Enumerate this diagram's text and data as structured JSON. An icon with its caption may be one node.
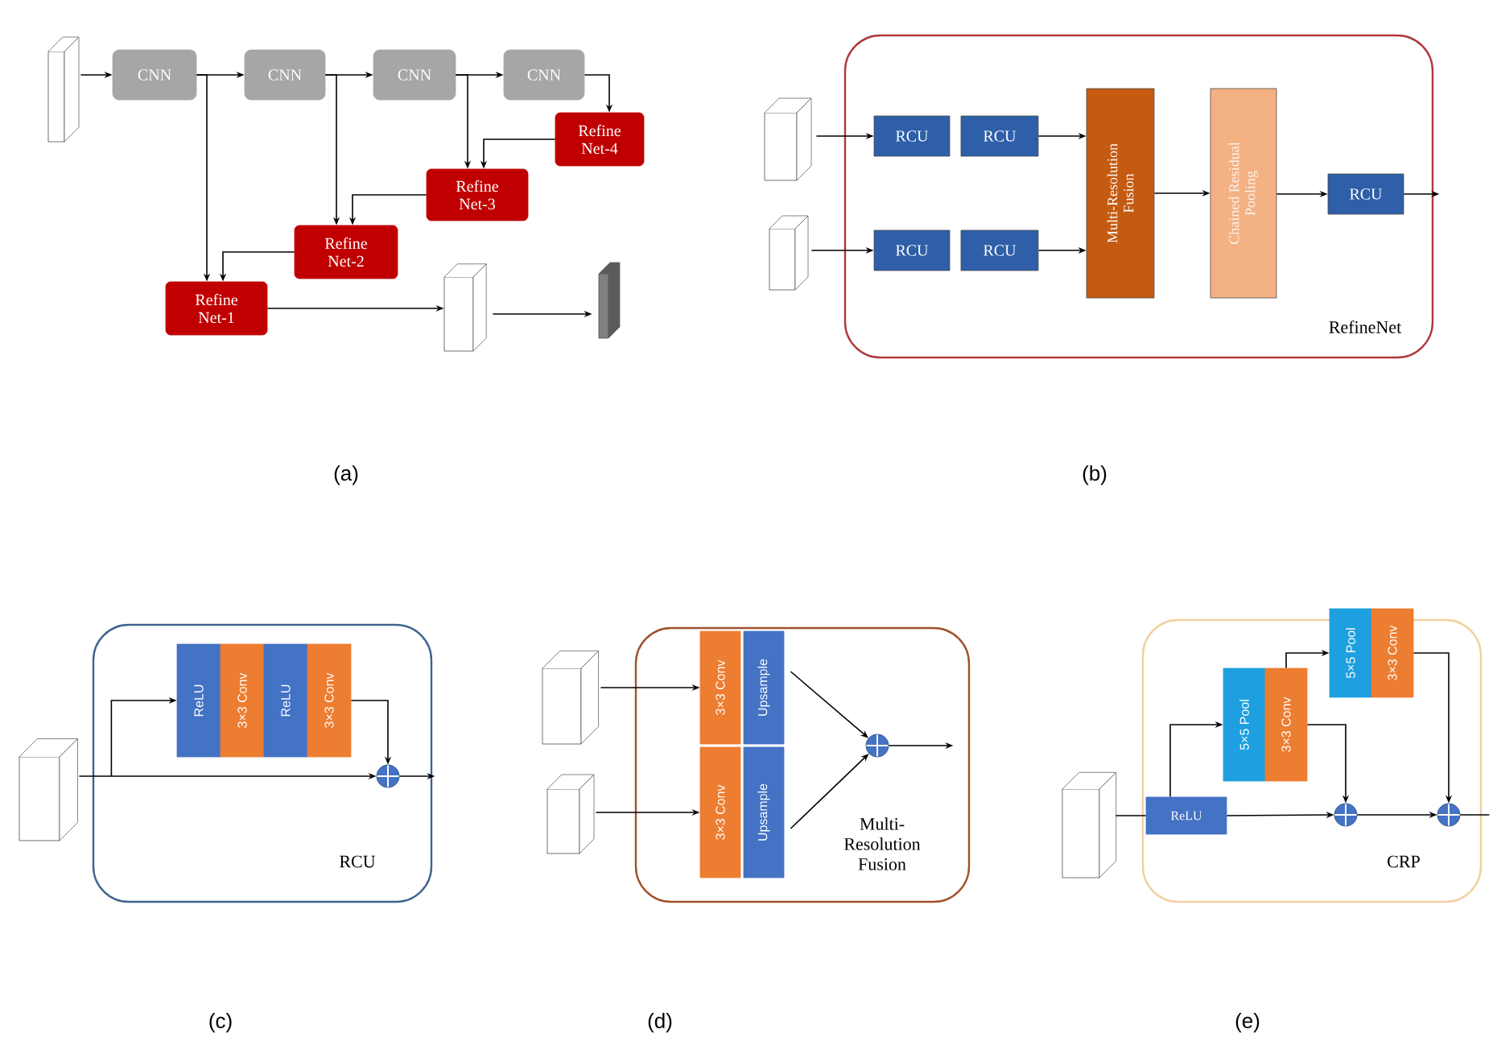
{
  "diagram": {
    "nodes": [
      {
        "text": [],
        "shape": "box"
      },
      {
        "text": [
          "CNN"
        ]
      },
      {
        "text": [
          "CNN"
        ]
      },
      {
        "text": [
          "CNN"
        ]
      },
      {
        "text": [
          "CNN"
        ]
      },
      {
        "text": [
          "Refine Net-4"
        ]
      },
      {
        "text": [
          "Refine Net-3"
        ]
      },
      {
        "text": [
          "Refine Net-2"
        ]
      },
      {
        "text": [
          "Refine Net-1"
        ]
      },
      {
        "text": [],
        "shape": "box"
      },
      {
        "text": [],
        "shape": "box"
      },
      {
        "text": [
          "RefineNet"
        ]
      },
      {
        "text": [],
        "shape": "box"
      },
      {
        "text": [],
        "shape": "box"
      },
      {
        "text": [
          "RCU"
        ],
        "in": 11
      },
      {
        "text": [
          "RCU"
        ],
        "in": 11
      },
      {
        "text": [
          "RCU"
        ],
        "in": 11
      },
      {
        "text": [
          "RCU"
        ],
        "in": 11
      },
      {
        "text": [
          "Multi-Resolution Fusion"
        ],
        "in": 11
      },
      {
        "text": [
          "Chained Residual Pooling"
        ],
        "in": 11
      },
      {
        "text": [
          "RCU"
        ],
        "in": 11
      },
      {
        "text": [
          "RCU"
        ]
      },
      {
        "text": [],
        "shape": "box"
      },
      {
        "text": [
          "ReLU"
        ],
        "in": 21
      },
      {
        "text": [
          "3×3 Conv"
        ],
        "in": 21
      },
      {
        "text": [
          "ReLU"
        ],
        "in": 21
      },
      {
        "text": [
          "3×3 Conv"
        ],
        "in": 21
      },
      {
        "text": [],
        "shape": "circle",
        "in": 21
      },
      {
        "text": [
          "Multi-Resolution Fusion"
        ]
      },
      {
        "text": [],
        "shape": "box"
      },
      {
        "text": [],
        "shape": "box"
      },
      {
        "text": [
          "3×3 Conv"
        ],
        "in": 28
      },
      {
        "text": [
          "Upsample"
        ],
        "in": 28
      },
      {
        "text": [
          "3×3 Conv"
        ],
        "in": 28
      },
      {
        "text": [
          "Upsample"
        ],
        "in": 28
      },
      {
        "text": [],
        "shape": "circle",
        "in": 28
      },
      {
        "text": [
          "CRP"
        ]
      },
      {
        "text": [],
        "shape": "box"
      },
      {
        "text": [
          "ReLU"
        ],
        "in": 36
      },
      {
        "text": [
          "5×5 Pool"
        ],
        "in": 36
      },
      {
        "text": [
          "3×3 Conv"
        ],
        "in": 36
      },
      {
        "text": [
          "5×5 Pool"
        ],
        "in": 36
      },
      {
        "text": [
          "3×3 Conv"
        ],
        "in": 36
      },
      {
        "text": [],
        "shape": "circle",
        "in": 36
      },
      {
        "text": [],
        "shape": "circle",
        "in": 36
      }
    ],
    "edges": [
      {
        "from": 0,
        "to": 1,
        "arrow": "to"
      },
      {
        "from": 1,
        "to": 2,
        "arrow": "to"
      },
      {
        "from": 2,
        "to": 3,
        "arrow": "to"
      },
      {
        "from": 3,
        "to": 4,
        "arrow": "to"
      },
      {
        "from": 4,
        "to": 5,
        "arrow": "to"
      },
      {
        "from": 3,
        "to": 6,
        "arrow": "to"
      },
      {
        "from": 5,
        "to": 6,
        "arrow": "to"
      },
      {
        "from": 2,
        "to": 7,
        "arrow": "to"
      },
      {
        "from": 6,
        "to": 7,
        "arrow": "to"
      },
      {
        "from": 1,
        "to": 8,
        "arrow": "to"
      },
      {
        "from": 7,
        "to": 8,
        "arrow": "to"
      },
      {
        "from": 8,
        "to": 9,
        "arrow": "to"
      },
      {
        "from": 9,
        "to": 10,
        "arrow": "to"
      },
      {
        "from": 12,
        "to": 14,
        "arrow": "to"
      },
      {
        "from": 15,
        "to": 18,
        "arrow": "to"
      },
      {
        "from": 13,
        "to": 16,
        "arrow": "to"
      },
      {
        "from": 17,
        "to": 18,
        "arrow": "to"
      },
      {
        "from": 18,
        "to": 19,
        "arrow": "to"
      },
      {
        "from": 19,
        "to": 20,
        "arrow": "to"
      },
      {
        "from": 20,
        "to": null,
        "arrow": "to"
      },
      {
        "from": 22,
        "to": 27,
        "arrow": "to"
      },
      {
        "from": 22,
        "to": 23,
        "arrow": "to"
      },
      {
        "from": 26,
        "to": 27,
        "arrow": "to"
      },
      {
        "from": 27,
        "to": null,
        "arrow": "to"
      },
      {
        "from": 29,
        "to": 31,
        "arrow": "to"
      },
      {
        "from": 30,
        "to": 33,
        "arrow": "to"
      },
      {
        "from": 32,
        "to": 35,
        "arrow": "to"
      },
      {
        "from": 34,
        "to": 35,
        "arrow": "to"
      },
      {
        "from": 35,
        "to": null,
        "arrow": "to"
      },
      {
        "from": 37,
        "to": 38,
        "arrow": "none"
      },
      {
        "from": 38,
        "to": 43,
        "arrow": "to"
      },
      {
        "from": 38,
        "to": 39,
        "arrow": "to"
      },
      {
        "from": 40,
        "to": 41,
        "arrow": "to"
      },
      {
        "from": 40,
        "to": 43,
        "arrow": "to"
      },
      {
        "from": 43,
        "to": 44,
        "arrow": "to"
      },
      {
        "from": 42,
        "to": 44,
        "arrow": "to"
      },
      {
        "from": 44,
        "to": null,
        "arrow": "none"
      }
    ],
    "labels": [
      "(a)",
      "(b)",
      "(c)",
      "(d)",
      "(e)"
    ]
  }
}
